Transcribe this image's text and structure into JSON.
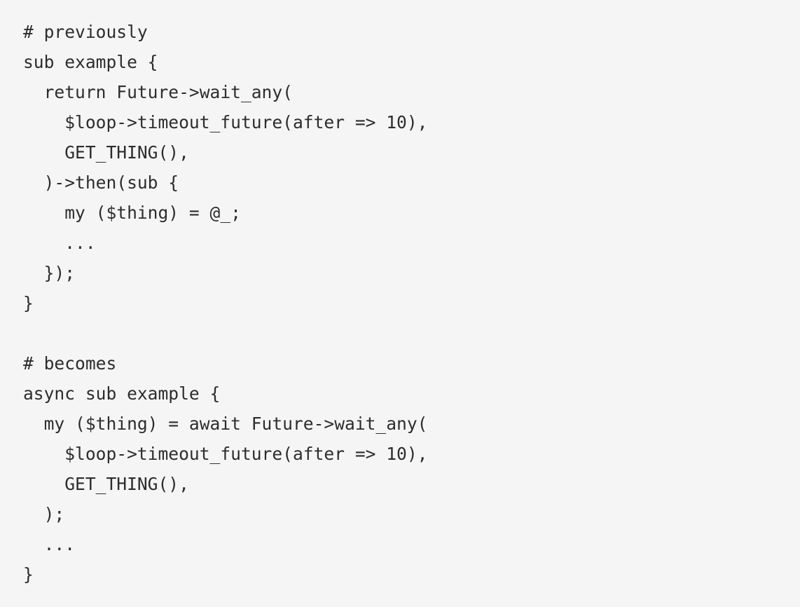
{
  "document": {
    "kind": "code-snippet",
    "language": "perl",
    "background_color": "#f5f5f5",
    "text_color": "#2d2d2d"
  },
  "code": {
    "lines": [
      "# previously",
      "sub example {",
      "  return Future->wait_any(",
      "    $loop->timeout_future(after => 10),",
      "    GET_THING(),",
      "  )->then(sub {",
      "    my ($thing) = @_;",
      "    ...",
      "  });",
      "}",
      "",
      "# becomes",
      "async sub example {",
      "  my ($thing) = await Future->wait_any(",
      "    $loop->timeout_future(after => 10),",
      "    GET_THING(),",
      "  );",
      "  ...",
      "}"
    ]
  }
}
